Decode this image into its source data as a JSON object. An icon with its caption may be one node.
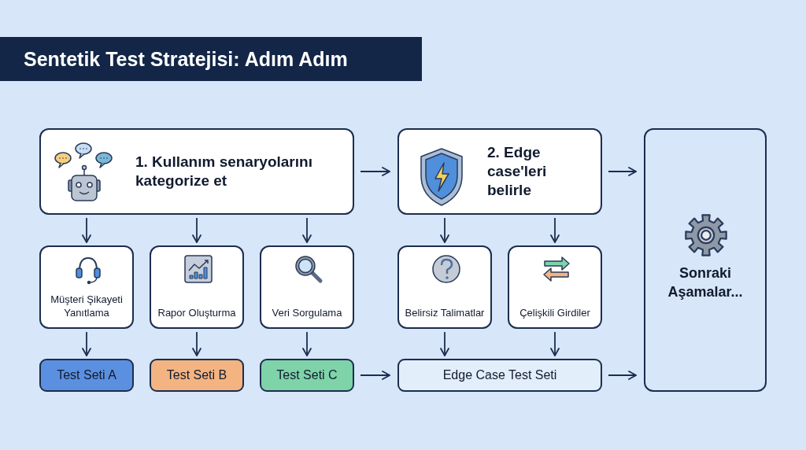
{
  "diagram": {
    "title": "Sentetik Test Stratejisi: Adım Adım",
    "nodes": [
      {
        "text": [
          "1. Kullanım senaryolarını kategorize et"
        ]
      },
      {
        "text": [
          "2. Edge case'leri belirle"
        ]
      },
      {
        "text": [
          "Sonraki Aşamalar..."
        ]
      },
      {
        "text": [
          "Müşteri Şikayeti Yanıtlama"
        ]
      },
      {
        "text": [
          "Rapor Oluşturma"
        ]
      },
      {
        "text": [
          "Veri Sorgulama"
        ]
      },
      {
        "text": [
          "Belirsiz Talimatlar"
        ]
      },
      {
        "text": [
          "Çelişkili Girdiler"
        ]
      },
      {
        "text": [
          "Test Seti A"
        ]
      },
      {
        "text": [
          "Test Seti B"
        ]
      },
      {
        "text": [
          "Test Seti C"
        ]
      },
      {
        "text": [
          "Edge Case Test Seti"
        ]
      }
    ],
    "edges": [
      {
        "from": 0,
        "to": 1,
        "arrow": "to"
      },
      {
        "from": 1,
        "to": 2,
        "arrow": "to"
      },
      {
        "from": 0,
        "to": 3,
        "arrow": "to"
      },
      {
        "from": 0,
        "to": 4,
        "arrow": "to"
      },
      {
        "from": 0,
        "to": 5,
        "arrow": "to"
      },
      {
        "from": 1,
        "to": 6,
        "arrow": "to"
      },
      {
        "from": 1,
        "to": 7,
        "arrow": "to"
      },
      {
        "from": 3,
        "to": 8,
        "arrow": "to"
      },
      {
        "from": 4,
        "to": 9,
        "arrow": "to"
      },
      {
        "from": 5,
        "to": 10,
        "arrow": "to"
      },
      {
        "from": 6,
        "to": 11,
        "arrow": "to"
      },
      {
        "from": 7,
        "to": 11,
        "arrow": "to"
      },
      {
        "from": 10,
        "to": 11,
        "arrow": "to"
      },
      {
        "from": 11,
        "to": 2,
        "arrow": "to"
      }
    ]
  }
}
